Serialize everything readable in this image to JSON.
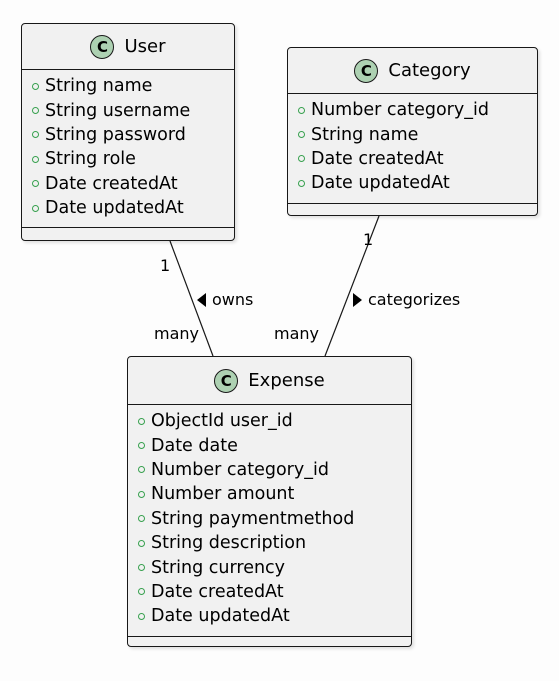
{
  "classes": {
    "user": {
      "icon": "C",
      "name": "User",
      "attributes": [
        "String name",
        "String username",
        "String password",
        "String role",
        "Date createdAt",
        "Date updatedAt"
      ]
    },
    "category": {
      "icon": "C",
      "name": "Category",
      "attributes": [
        "Number category_id",
        "String name",
        "Date createdAt",
        "Date updatedAt"
      ]
    },
    "expense": {
      "icon": "C",
      "name": "Expense",
      "attributes": [
        "ObjectId user_id",
        "Date date",
        "Number category_id",
        "Number amount",
        "String paymentmethod",
        "String description",
        "String currency",
        "Date createdAt",
        "Date updatedAt"
      ]
    }
  },
  "relations": {
    "owns": {
      "label": "owns",
      "from_multiplicity": "1",
      "to_multiplicity": "many"
    },
    "categorizes": {
      "label": "categorizes",
      "from_multiplicity": "1",
      "to_multiplicity": "many"
    }
  },
  "colors": {
    "class_fill": "#f1f1f1",
    "border": "#181818",
    "class_icon_fill": "#add1b2",
    "visibility_marker": "#38a14f"
  }
}
